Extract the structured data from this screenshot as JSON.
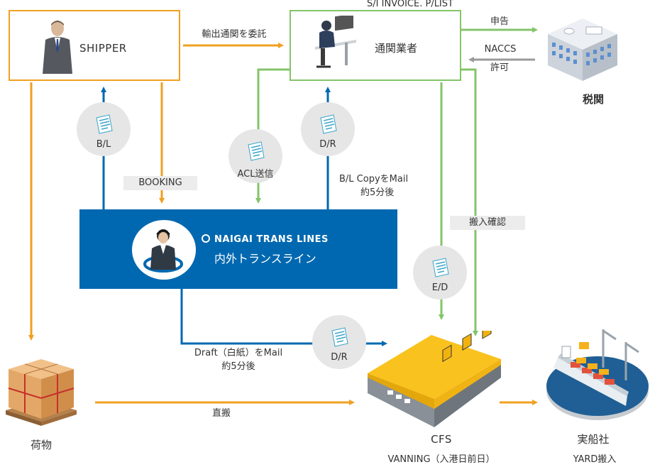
{
  "colors": {
    "orange": "#f0a021",
    "green": "#84c46a",
    "blue": "#0068b0",
    "gray_arrow": "#9a9a9a",
    "circle_bg": "#e6e6e6",
    "label_bg": "#ececec"
  },
  "nodes": {
    "shipper": "SHIPPER",
    "customs_broker": "通関業者",
    "customs": "税関",
    "carrier_en": "NAIGAI TRANS LINES",
    "carrier_jp": "内外トランスライン",
    "cargo": "荷物",
    "cfs": "CFS",
    "cfs_sub": "VANNING（入港日前日）",
    "shipping_line": "実船社",
    "shipping_line_sub": "YARD搬入"
  },
  "labels": {
    "si_invoice": "S/I INVOICE. P/LIST",
    "consign": "輸出通関を委託",
    "declare": "申告",
    "naccs": "NACCS",
    "permit": "許可",
    "booking": "BOOKING",
    "bl_copy_line1": "B/L CopyをMail",
    "bl_copy_line2": "約5分後",
    "carry_confirm": "搬入確認",
    "draft_line1": "Draft（白紙）をMail",
    "draft_line2": "約5分後",
    "direct": "直搬"
  },
  "documents": {
    "bl": "B/L",
    "acl": "ACL送信",
    "dr_top": "D/R",
    "ed": "E/D",
    "dr_bottom": "D/R"
  },
  "icons": [
    "businessman-icon",
    "computer-worker-icon",
    "customs-building-icon",
    "operator-icon",
    "cargo-boxes-icon",
    "warehouse-icon",
    "container-ship-icon",
    "document-icon"
  ]
}
